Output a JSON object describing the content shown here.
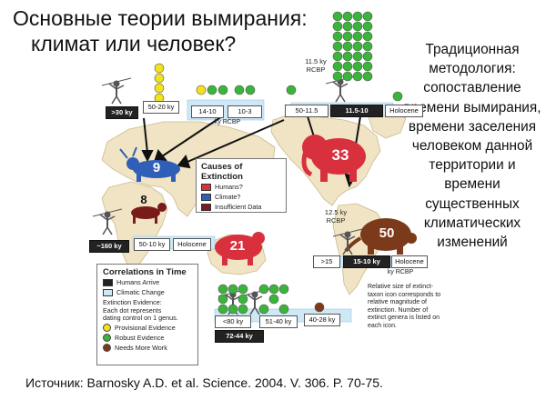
{
  "title": {
    "line1": "Основные теории вымирания:",
    "line2": "климат или человек?"
  },
  "side_text": "Традиционная методология: сопоставление времени вымирания, времени заселения человеком данной территории и времени существенных климатических изменений",
  "source": "Источник: Barnosky A.D. et al. Science. 2004. V. 306. P. 70-75.",
  "colors": {
    "humans": "#d8303c",
    "climate": "#2f5fb8",
    "insufficient": "#7a1b1b",
    "provisional": "#f2e21e",
    "robust": "#3bb43b",
    "needs_more_work": "#7b3a1a",
    "climatic_band": "#cfe8f6",
    "land": "#f1e4c4"
  },
  "icons": {
    "human": "spear-thrower-icon",
    "eurasia": "deer-icon",
    "africa": "hyena-icon",
    "north_america": "mammoth-icon",
    "south_america": "glyptodon-icon",
    "australia": "giant-marsupial-icon"
  },
  "regions": {
    "eurasia": {
      "arrival": ">30 ky",
      "boxes": [
        "50-20 ky",
        "14-10",
        "10-3"
      ],
      "rcbp": "ky RCBP",
      "extinct": "9",
      "cause": "climate",
      "provisional_dots": 5,
      "robust_dots": 4
    },
    "africa": {
      "arrival": "~160 ky",
      "boxes": [
        "50-10 ky",
        "Holocene"
      ],
      "extinct": "8",
      "cause": "insufficient"
    },
    "north_america": {
      "date_label": "11.5 ky",
      "rcbp": "RCBP",
      "boxes": [
        "50-11.5",
        "11.5-10",
        "Holocene"
      ],
      "extinct": "33",
      "cause": "humans",
      "robust_dots": 28
    },
    "south_america": {
      "date_label": "12.5 ky",
      "rcbp": "RCBP",
      "boxes": [
        ">15",
        "15-10 ky",
        "Holocene"
      ],
      "rcbp_bottom": "ky RCBP",
      "extinct": "50",
      "cause": "insufficient"
    },
    "australia": {
      "arrival": "72-44 ky",
      "boxes": [
        "<80 ky",
        "51-40 ky",
        "40-28 ky"
      ],
      "extinct": "21",
      "cause": "humans",
      "robust_dots": 14,
      "needs_more_work_dots": 1
    }
  },
  "causes_legend": {
    "title": "Causes of Extinction",
    "items": [
      "Humans?",
      "Climate?",
      "Insufficient Data"
    ]
  },
  "correlations_legend": {
    "title": "Correlations in Time",
    "humans_arrive": "Humans Arrive",
    "climatic_change": "Climatic Change",
    "evidence_heading": "Extinction Evidence:",
    "evidence_line2": "Each dot represents",
    "evidence_line3": "dating control on 1 genus.",
    "provisional": "Provisional Evidence",
    "robust": "Robust Evidence",
    "needs_more_work": "Needs More Work"
  },
  "size_note": "Relative size of extinct-taxon icon corresponds to relative magnitude of extinction. Number of extinct genera is listed on each icon."
}
